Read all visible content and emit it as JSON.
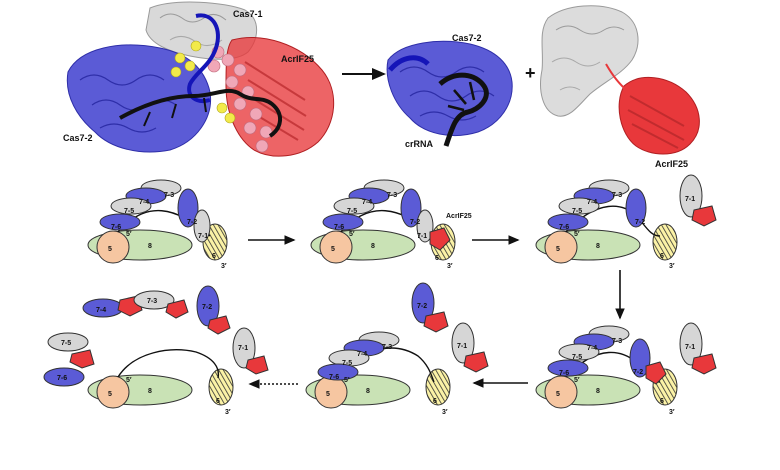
{
  "colors": {
    "cas7_2_blue": "#5b5bd6",
    "cas7_1_gray": "#d6d6d6",
    "acrif25_red": "#e8383b",
    "crrna_black": "#111111",
    "cas5_orange": "#f6c6a1",
    "cas8_green": "#c9e2b5",
    "cas6_yellow": "#fbf2a6"
  },
  "structures": {
    "complex": {
      "label_cas7_1": "Cas7-1",
      "label_acrif25": "AcrIF25",
      "label_cas7_2": "Cas7-2"
    },
    "products": {
      "label_cas7_2": "Cas7-2",
      "label_crrna": "crRNA",
      "label_acrif25": "AcrIF25",
      "plus_sign": "+"
    }
  },
  "complex_labels": {
    "cas5": "5",
    "cas8": "8",
    "cas6": "6",
    "five_prime": "5′",
    "three_prime": "3′"
  },
  "cas7_labels": {
    "c71": "7-1",
    "c72": "7-2",
    "c73": "7-3",
    "c74": "7-4",
    "c75": "7-5",
    "c76": "7-6"
  },
  "acr_label": "AcrIF25"
}
